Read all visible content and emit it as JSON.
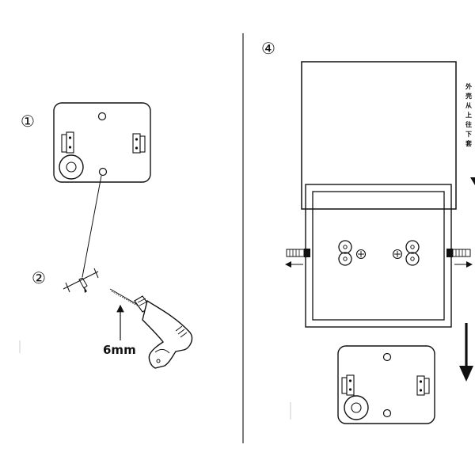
{
  "steps": {
    "one": "①",
    "two": "②",
    "four": "④"
  },
  "drill": {
    "hole_size_label": "6mm"
  },
  "casing_note": {
    "chars": [
      "外",
      "壳",
      "从",
      "上",
      "往",
      "下",
      "套"
    ]
  },
  "colors": {
    "line": "#111111",
    "background": "#ffffff"
  }
}
